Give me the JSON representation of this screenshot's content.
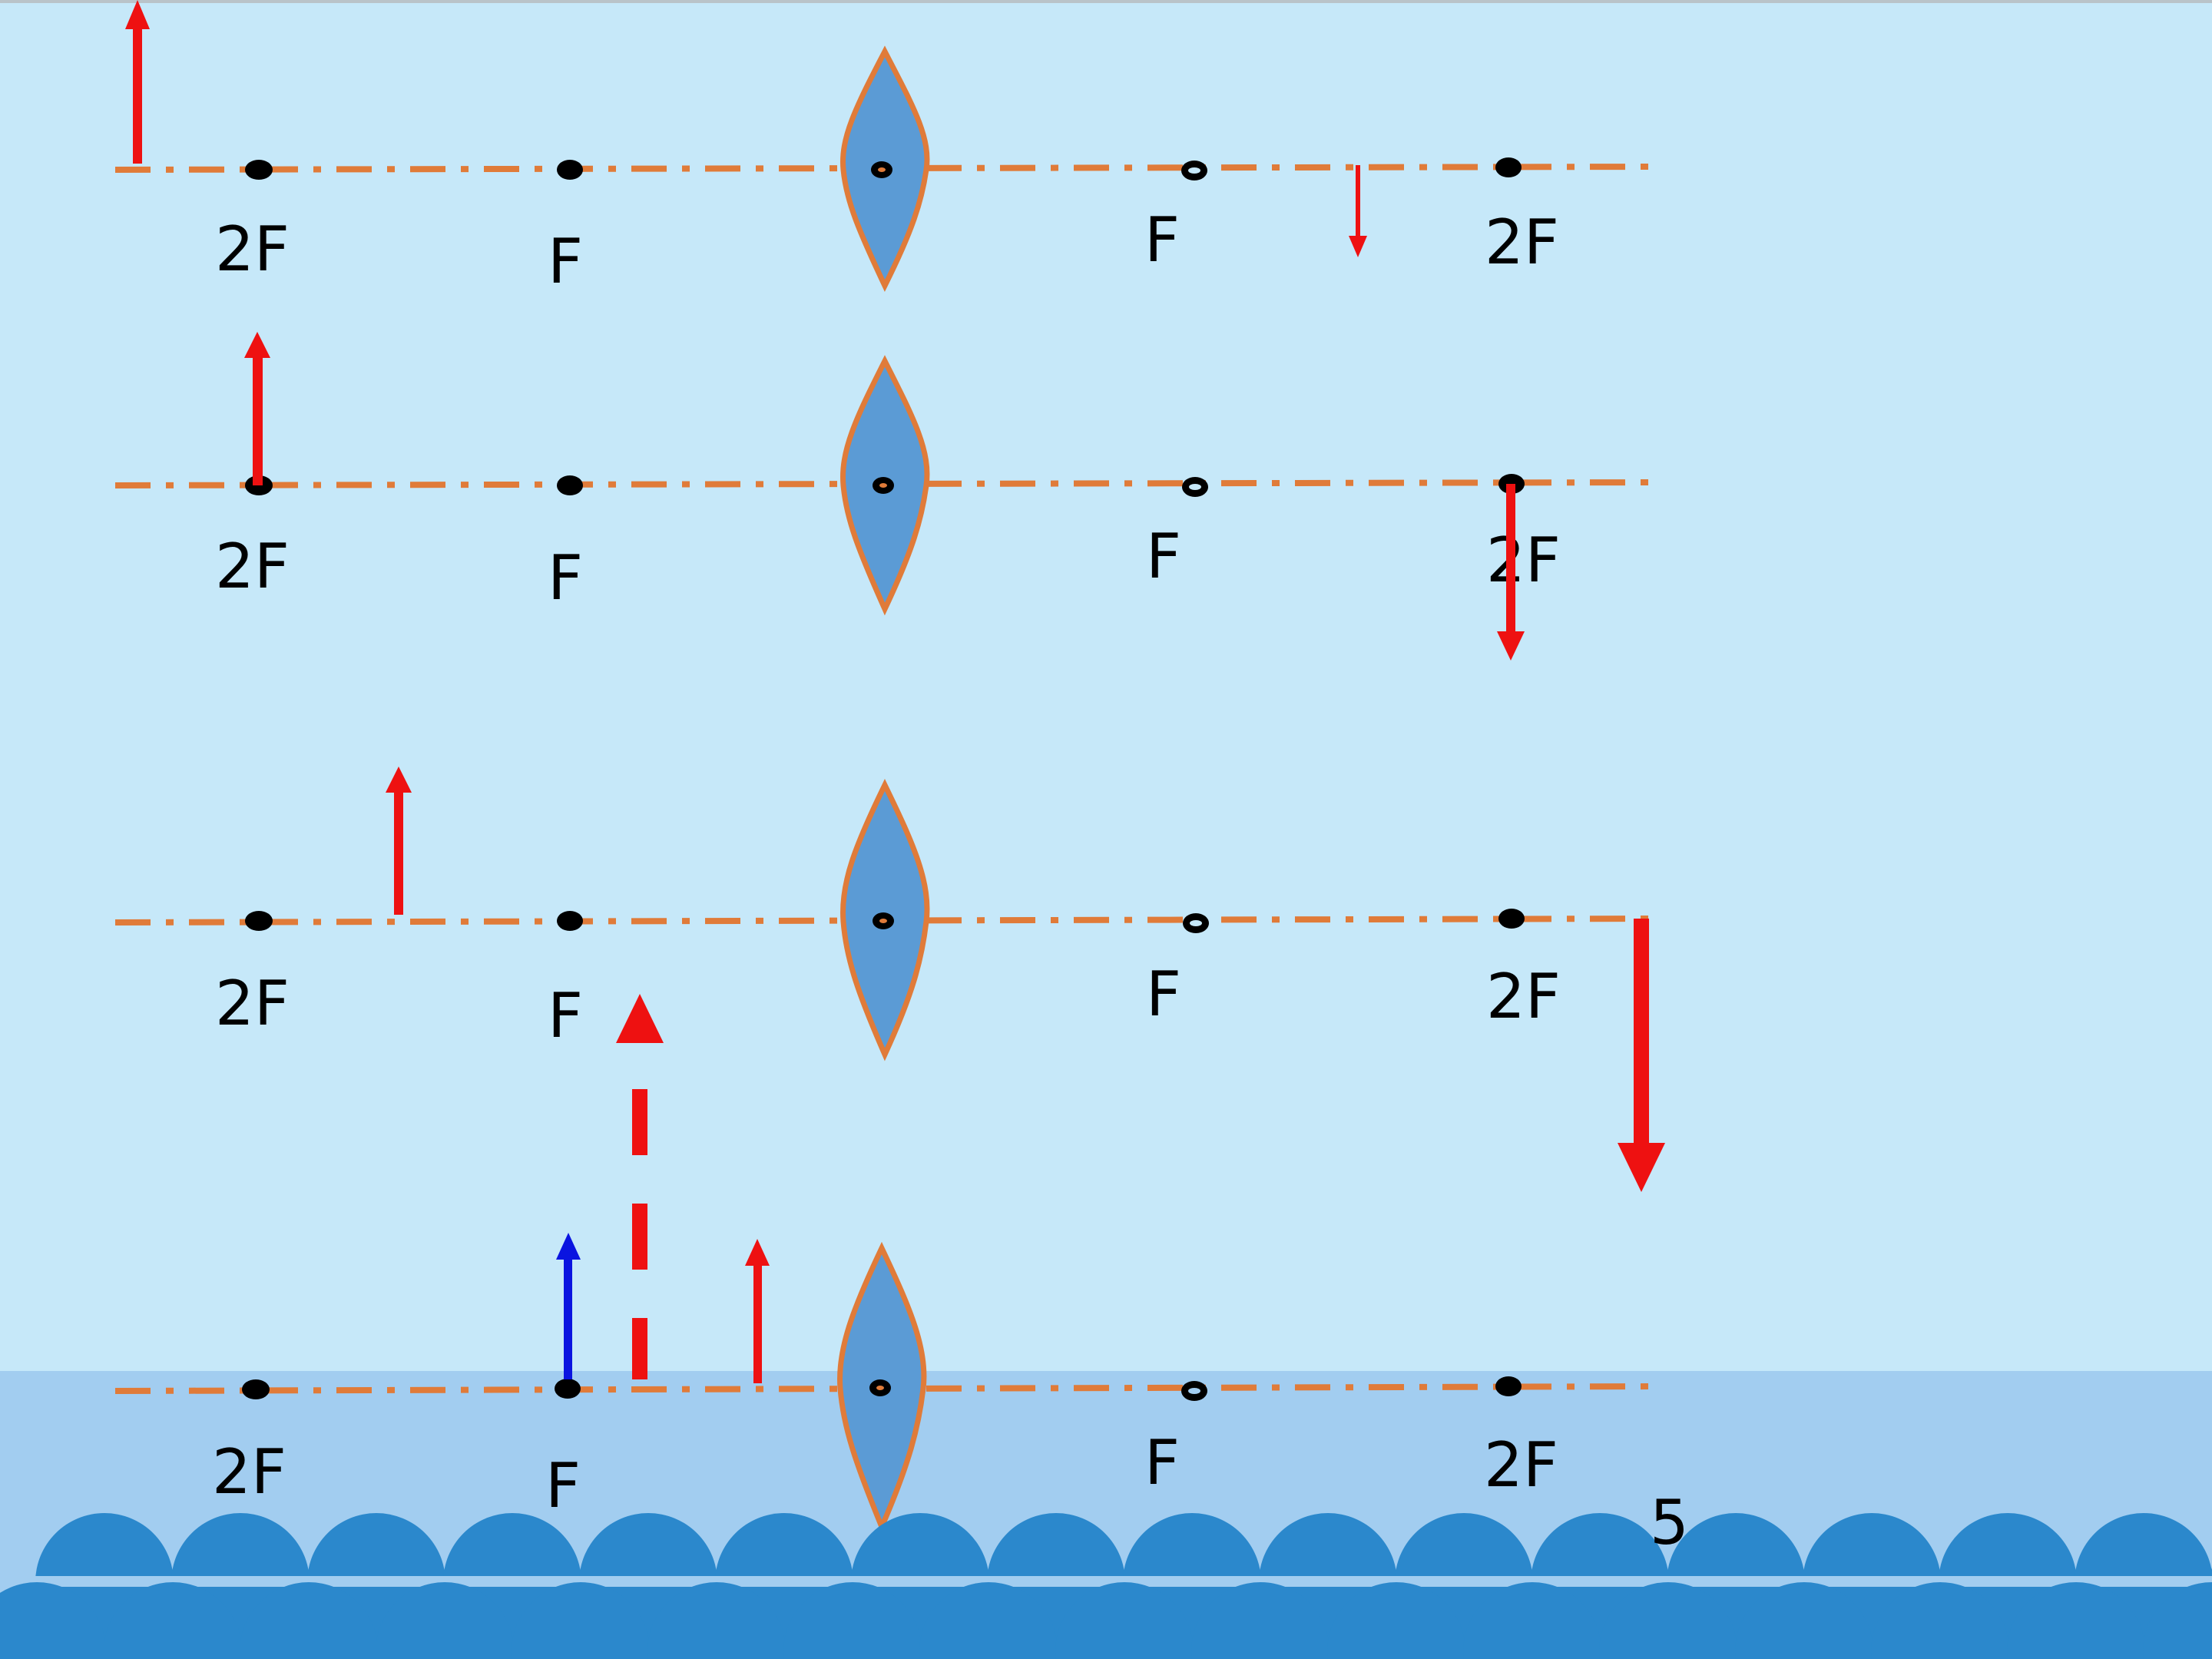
{
  "labels": {
    "two_f": "2F",
    "f": "F",
    "page_number": "5"
  },
  "colors": {
    "background_top": "#c6e8f9",
    "background_bottom": "#a2cdf0",
    "principal_axis": "#e07b39",
    "lens_fill": "#5b9bd5",
    "lens_stroke": "#e07b39",
    "object_arrow": "#ee1111",
    "virtual_object_arrow": "#0a14e0",
    "wave_fill": "#2b88cc"
  },
  "icons": {
    "lens": "convex-lens-icon",
    "focal_point": "focal-point-dot-icon",
    "arrow": "arrow-icon"
  }
}
